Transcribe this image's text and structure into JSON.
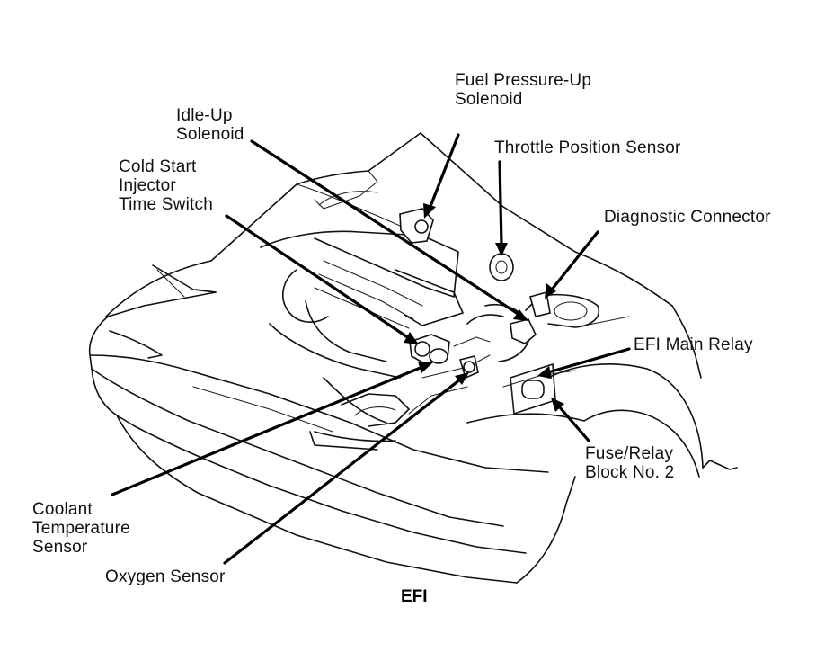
{
  "figure": {
    "caption": "EFI"
  },
  "labels": {
    "fuel_pressure_up_solenoid": "Fuel Pressure-Up\nSolenoid",
    "idle_up_solenoid": "Idle-Up\nSolenoid",
    "throttle_position_sensor": "Throttle Position Sensor",
    "cold_start_injector_time_switch": "Cold Start\nInjector\nTime Switch",
    "diagnostic_connector": "Diagnostic Connector",
    "efi_main_relay": "EFI Main Relay",
    "fuse_relay_block_no2": "Fuse/Relay\nBlock No. 2",
    "coolant_temperature_sensor": "Coolant\nTemperature\nSensor",
    "oxygen_sensor": "Oxygen Sensor"
  }
}
